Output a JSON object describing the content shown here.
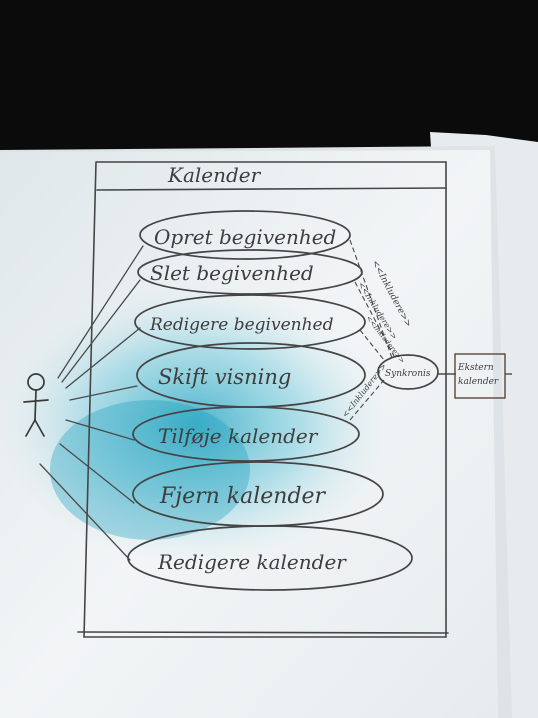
{
  "diagram": {
    "system_title": "Kalender",
    "use_cases": [
      {
        "label": "Opret begivenhed"
      },
      {
        "label": "Slet begivenhed"
      },
      {
        "label": "Redigere begivenhed"
      },
      {
        "label": "Skift visning"
      },
      {
        "label": "Tilføje kalender"
      },
      {
        "label": "Fjern kalender"
      },
      {
        "label": "Redigere kalender"
      }
    ],
    "sync_use_case": "Synkronis",
    "external_actor": "Ekstern kalender",
    "stereotypes": [
      "<<Inkludere>>",
      "<<Inkludere>>",
      "<<Inkludere>>",
      "<<Inkludere>>"
    ]
  },
  "colors": {
    "background": "#0b0b0c",
    "paper": "#eef2f4",
    "pencil": "#3e3e3e",
    "stain": "#1fa3c0"
  }
}
